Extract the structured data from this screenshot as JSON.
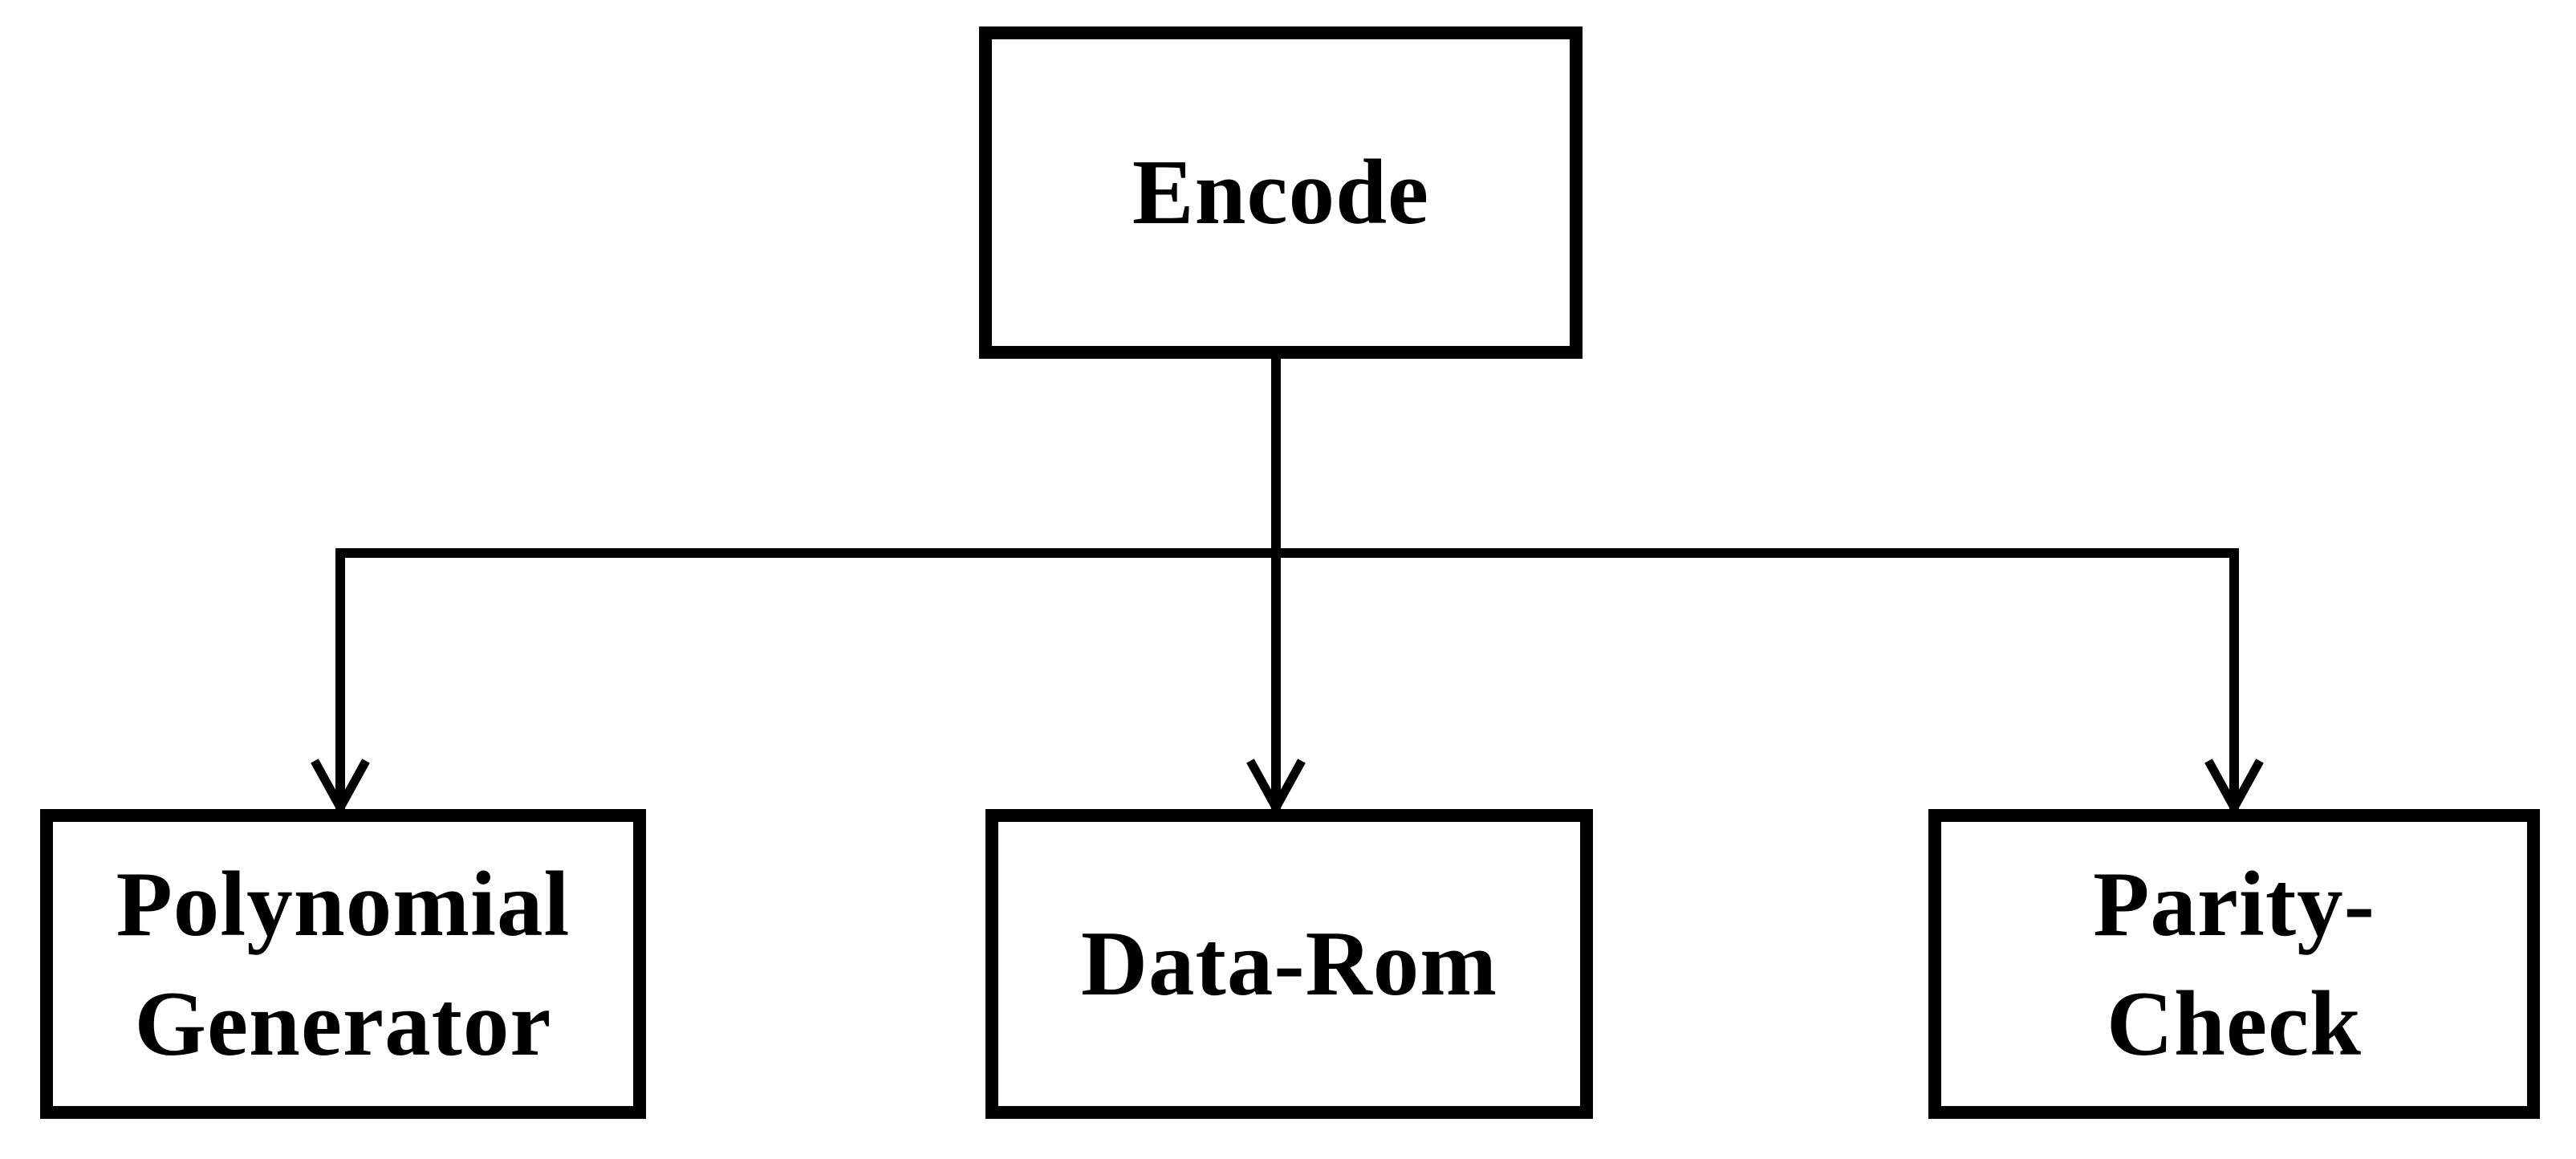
{
  "colors": {
    "background": "#ffffff",
    "line": "#000000",
    "text": "#000000"
  },
  "nodes": {
    "encode": {
      "label": "Encode",
      "lines": [
        "Encode"
      ]
    },
    "polynomial_generator": {
      "label": "Polynomial Generator",
      "lines": [
        "Polynomial",
        "Generator"
      ]
    },
    "data_rom": {
      "label": "Data-Rom",
      "lines": [
        "Data-Rom"
      ]
    },
    "parity_check": {
      "label": "Parity-Check",
      "lines": [
        "Parity-",
        "Check"
      ]
    }
  },
  "edges": [
    {
      "from": "encode",
      "to": "polynomial_generator"
    },
    {
      "from": "encode",
      "to": "data_rom"
    },
    {
      "from": "encode",
      "to": "parity_check"
    }
  ]
}
